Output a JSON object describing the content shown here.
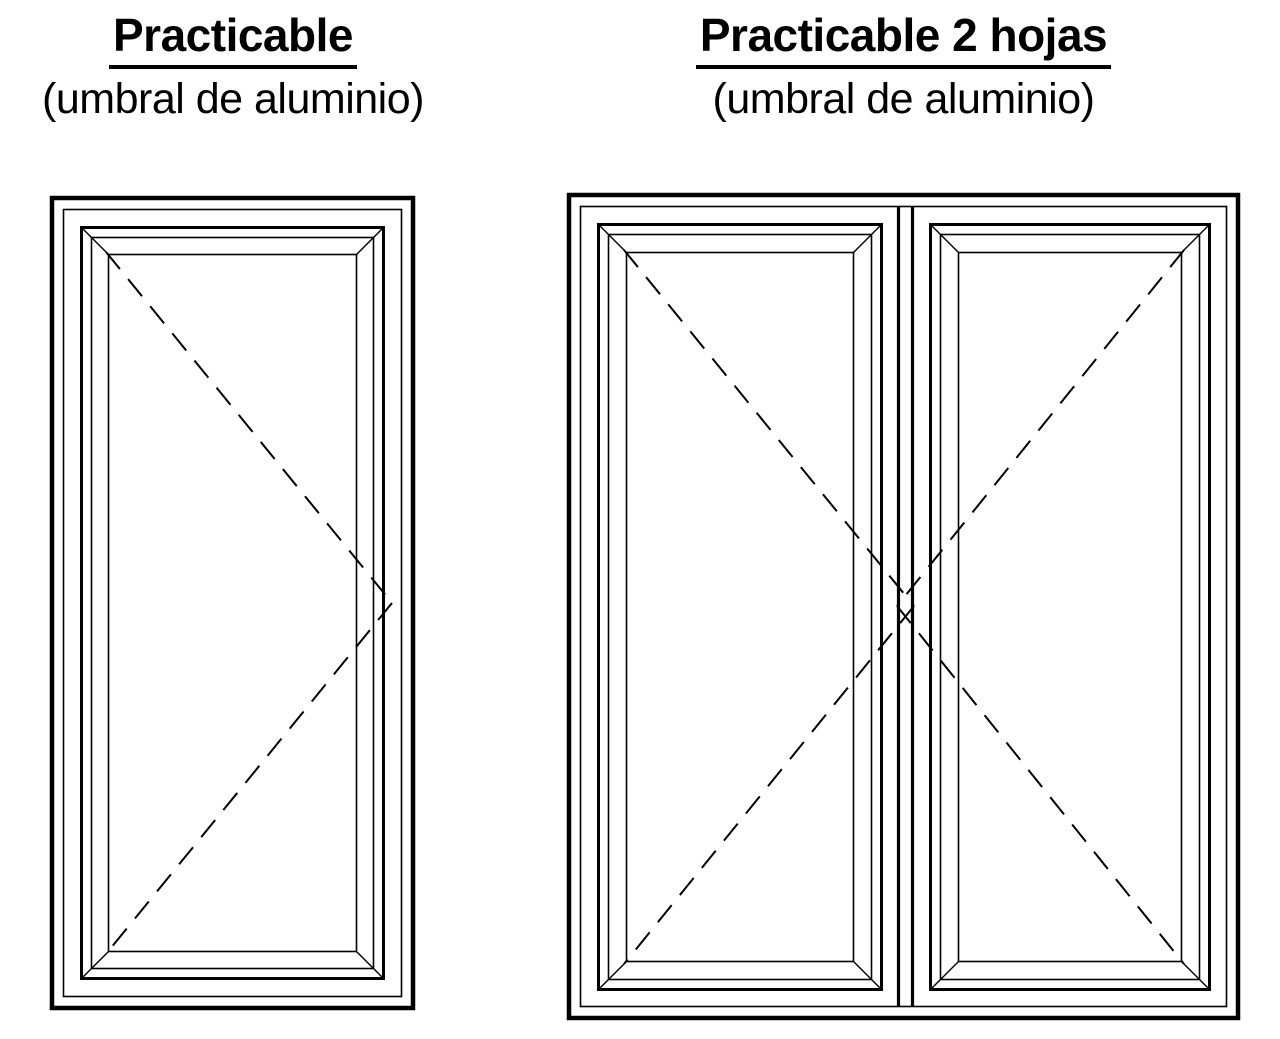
{
  "page": {
    "background_color": "#ffffff",
    "line_color": "#000000"
  },
  "figures": [
    {
      "id": "single-leaf-door",
      "title": "Practicable",
      "subtitle": "(umbral de aluminio)",
      "leaves": 1,
      "drawing_type": "casement-door-elevation"
    },
    {
      "id": "double-leaf-door",
      "title": "Practicable 2 hojas",
      "subtitle": "(umbral de aluminio)",
      "leaves": 2,
      "drawing_type": "casement-door-elevation"
    }
  ]
}
